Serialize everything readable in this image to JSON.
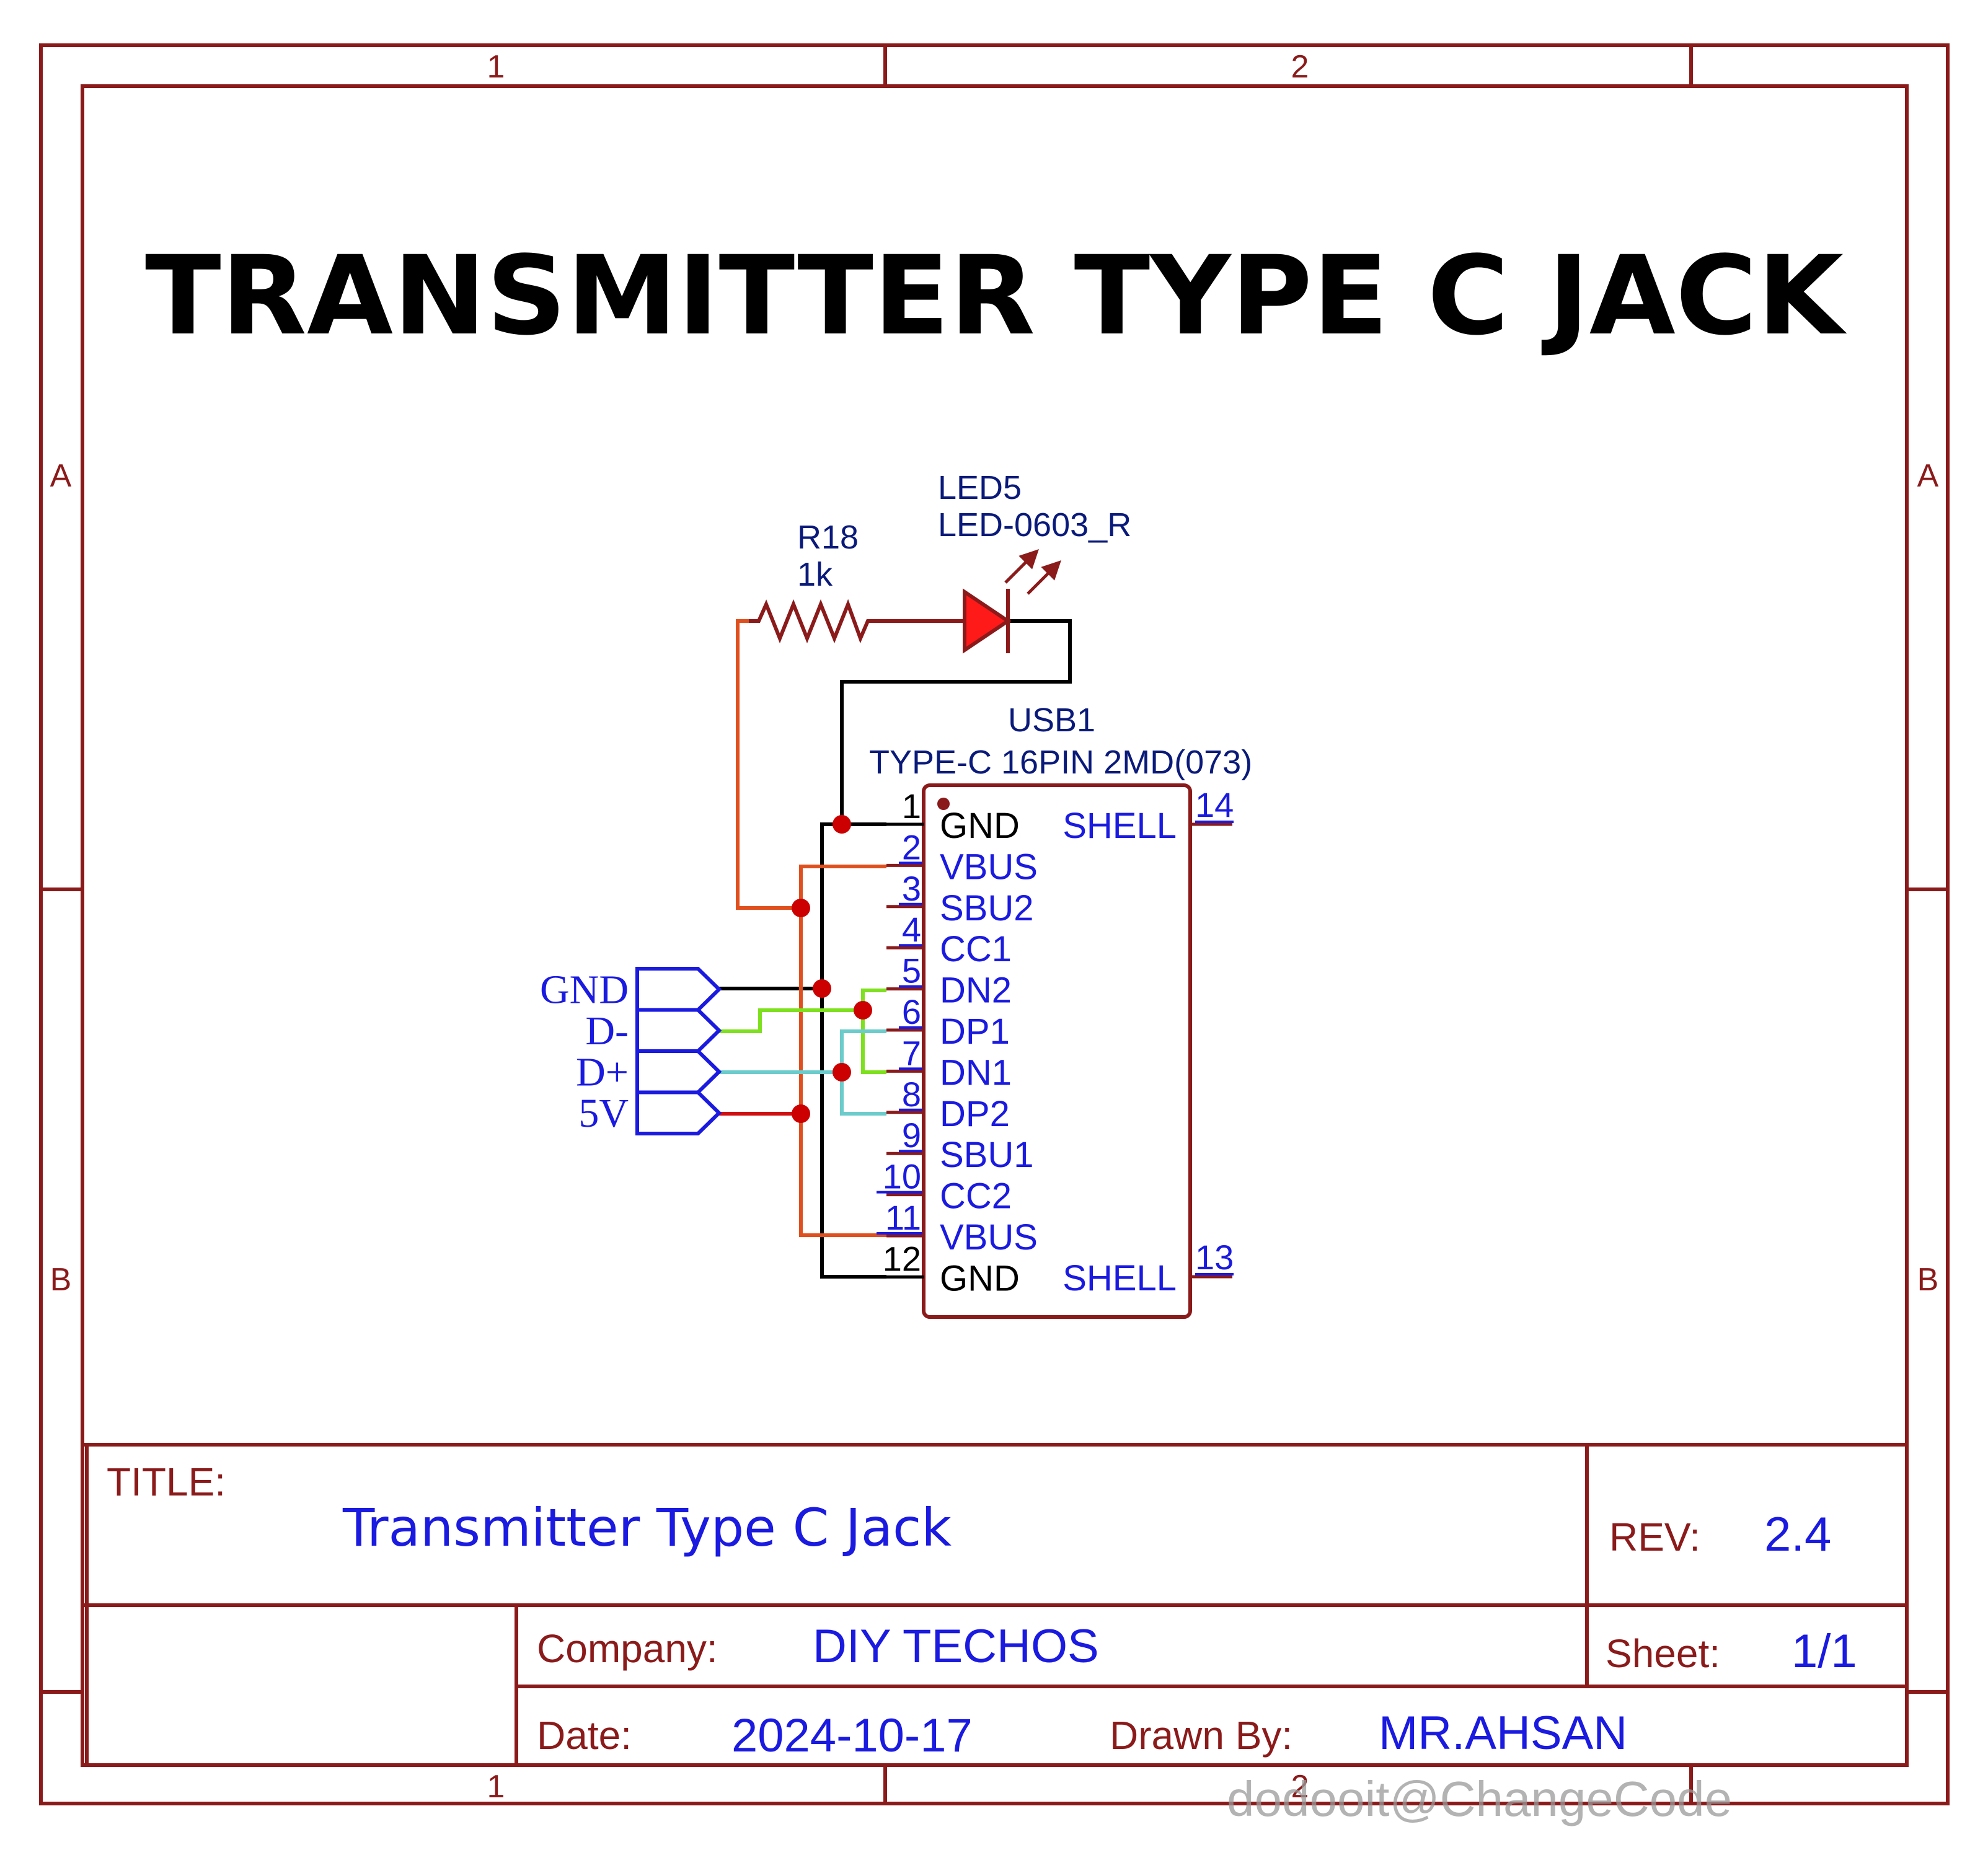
{
  "frame": {
    "col_labels": [
      "1",
      "2"
    ],
    "row_labels": [
      "A",
      "B"
    ]
  },
  "heading": "TRANSMITTER TYPE C JACK",
  "resistor": {
    "ref": "R18",
    "value": "1k"
  },
  "led": {
    "ref": "LED5",
    "value": "LED-0603_R"
  },
  "connector": {
    "ref": "USB1",
    "value": "TYPE-C 16PIN 2MD(073)",
    "pins": [
      {
        "num": "1",
        "name": "GND"
      },
      {
        "num": "2",
        "name": "VBUS"
      },
      {
        "num": "3",
        "name": "SBU2"
      },
      {
        "num": "4",
        "name": "CC1"
      },
      {
        "num": "5",
        "name": "DN2"
      },
      {
        "num": "6",
        "name": "DP1"
      },
      {
        "num": "7",
        "name": "DN1"
      },
      {
        "num": "8",
        "name": "DP2"
      },
      {
        "num": "9",
        "name": "SBU1"
      },
      {
        "num": "10",
        "name": "CC2"
      },
      {
        "num": "11",
        "name": "VBUS"
      },
      {
        "num": "12",
        "name": "GND"
      }
    ],
    "shell_pins": [
      {
        "num": "14",
        "name": "SHELL"
      },
      {
        "num": "13",
        "name": "SHELL"
      }
    ]
  },
  "net_ports": [
    "GND",
    "D-",
    "D+",
    "5V"
  ],
  "title_block": {
    "title_label": "TITLE:",
    "title_value": "Transmitter Type C Jack",
    "rev_label": "REV:",
    "rev_value": "2.4",
    "company_label": "Company:",
    "company_value": "DIY TECHOS",
    "sheet_label": "Sheet:",
    "sheet_value": "1/1",
    "date_label": "Date:",
    "date_value": "2024-10-17",
    "drawn_label": "Drawn By:",
    "drawn_value": "MR.AHSAN"
  },
  "watermark": "dodooit@ChangeCode",
  "colors": {
    "frame": "#8b1a1a",
    "label": "#0a1a7a",
    "pin_text": "#1a1ae0",
    "junction": "#cc0000",
    "wire_black": "#000000",
    "wire_orange": "#e0501e",
    "wire_green": "#7ee01e",
    "wire_cyan": "#6ccccc",
    "wire_red": "#d01010",
    "led_fill": "#ff1a1a"
  }
}
